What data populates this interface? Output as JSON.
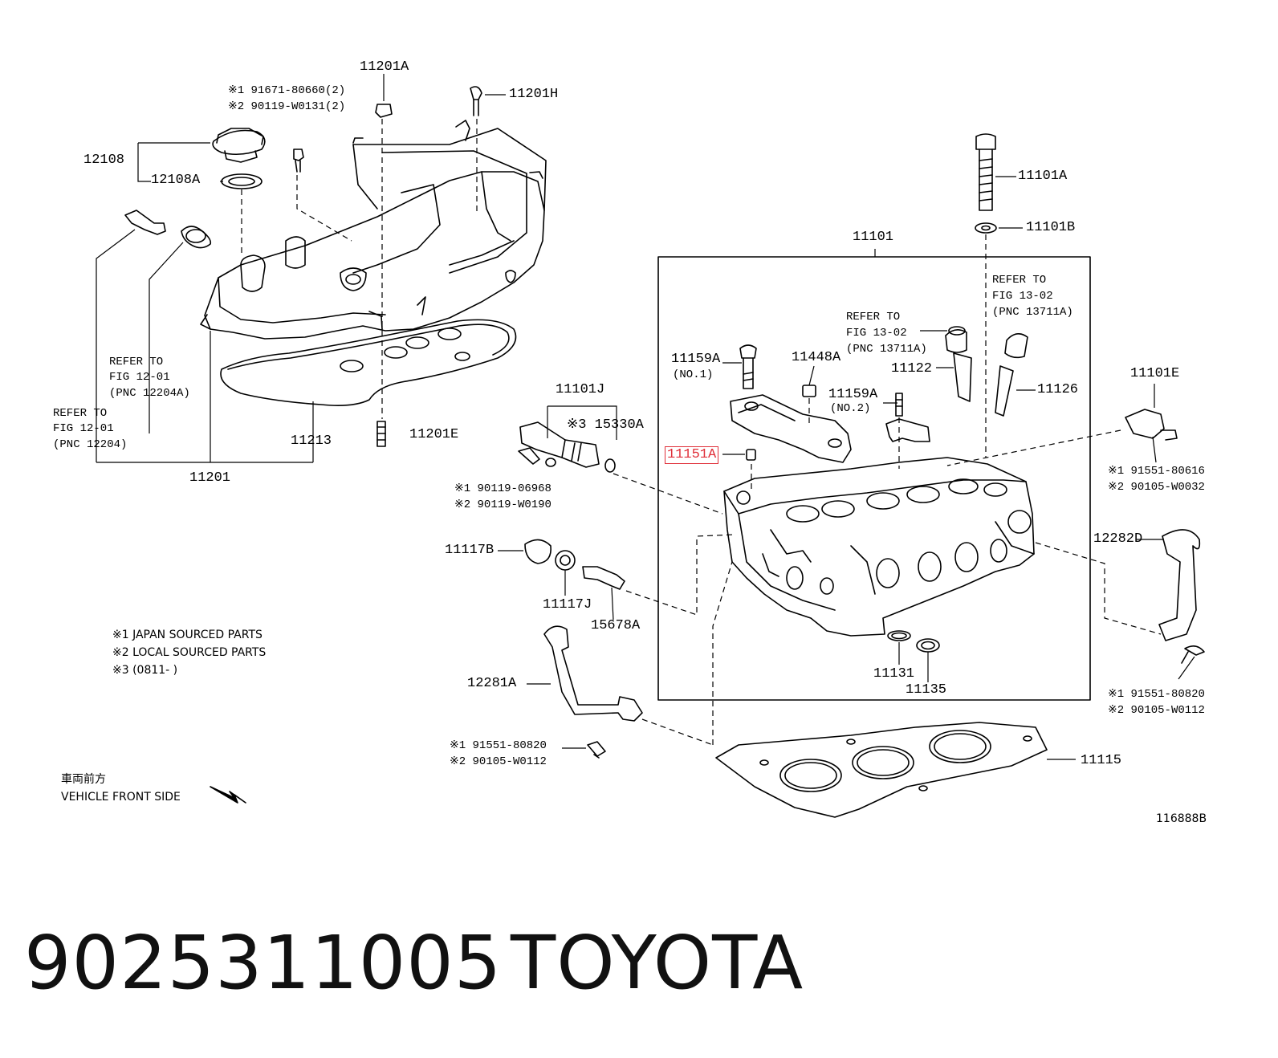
{
  "diagram": {
    "labels": {
      "l11201A": "11201A",
      "l11201H": "11201H",
      "l12108": "12108",
      "l12108A": "12108A",
      "note1_line1": "※1 91671-80660(2)",
      "note1_line2": "※2 90119-W0131(2)",
      "refer1_line1": "REFER TO",
      "refer1_line2": "FIG 12-01",
      "refer1_line3": "(PNC 12204A)",
      "refer2_line1": "REFER TO",
      "refer2_line2": "FIG 12-01",
      "refer2_line3": "(PNC 12204)",
      "l11213": "11213",
      "l11201": "11201",
      "l11201E": "11201E",
      "l11101J": "11101J",
      "l15330A": "※3 15330A",
      "l11151A": "11151A",
      "note2_line1": "※1 90119-06968",
      "note2_line2": "※2 90119-W0190",
      "l11117B": "11117B",
      "l11117J": "11117J",
      "l15678A": "15678A",
      "legend1": "※1 JAPAN SOURCED PARTS",
      "legend2": "※2 LOCAL SOURCED PARTS",
      "legend3": "※3 (0811-        )",
      "l12281A": "12281A",
      "note3_line1": "※1 91551-80820",
      "note3_line2": "※2 90105-W0112",
      "front_jp": "車両前方",
      "front_en": "VEHICLE FRONT SIDE",
      "l11101A": "11101A",
      "l11101B": "11101B",
      "l11101": "11101",
      "refer3_line1": "REFER TO",
      "refer3_line2": "FIG 13-02",
      "refer3_line3": "(PNC 13711A)",
      "refer4_line1": "REFER TO",
      "refer4_line2": "FIG 13-02",
      "refer4_line3": "(PNC 13711A)",
      "l11159A_1": "11159A",
      "l11159A_1_sub": "(NO.1)",
      "l11448A": "11448A",
      "l11122": "11122",
      "l11126": "11126",
      "l11159A_2": "11159A",
      "l11159A_2_sub": "(NO.2)",
      "l11101E": "11101E",
      "note4_line1": "※1 91551-80616",
      "note4_line2": "※2 90105-W0032",
      "l12282D": "12282D",
      "note5_line1": "※1 91551-80820",
      "note5_line2": "※2 90105-W0112",
      "l11131": "11131",
      "l11135": "11135",
      "l11115": "11115",
      "fig_id": "116888B"
    },
    "highlight_color": "#e0303a"
  },
  "footer": {
    "part_number": "9025311005",
    "brand": "TOYOTA"
  }
}
